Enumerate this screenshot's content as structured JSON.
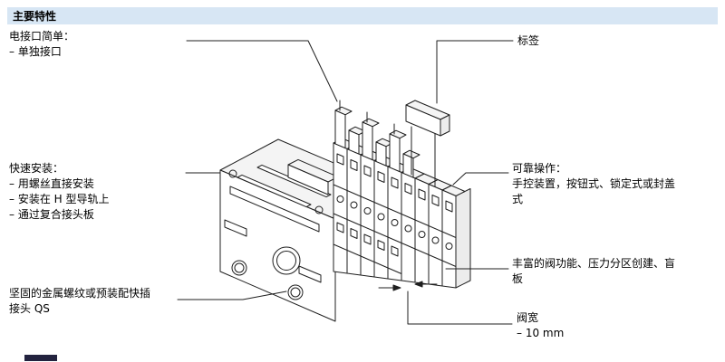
{
  "header": {
    "title": "主要特性"
  },
  "callouts": {
    "electrical": {
      "title": "电接口简单：",
      "lines": [
        "– 单独接口"
      ]
    },
    "label_tag": {
      "title": "标签"
    },
    "mounting": {
      "title": "快速安装：",
      "lines": [
        "– 用螺丝直接安装",
        "– 安装在 H 型导轨上",
        "– 通过复合接头板"
      ]
    },
    "operation": {
      "title": "可靠操作：",
      "body": "手控装置，按钮式、锁定式或封盖式"
    },
    "functions": {
      "body": "丰富的阀功能、压力分区创建、盲板"
    },
    "fittings": {
      "body": "坚固的金属螺纹或预装配快插接头 QS"
    },
    "valve_width": {
      "title": "阀宽",
      "lines": [
        "– 10 mm"
      ]
    }
  },
  "diagram": {
    "valve_slice_count": 9
  },
  "style": {
    "header_bg": "#d7e6f4",
    "drawing_line": "#1f1f1f",
    "text_color": "#000000"
  }
}
